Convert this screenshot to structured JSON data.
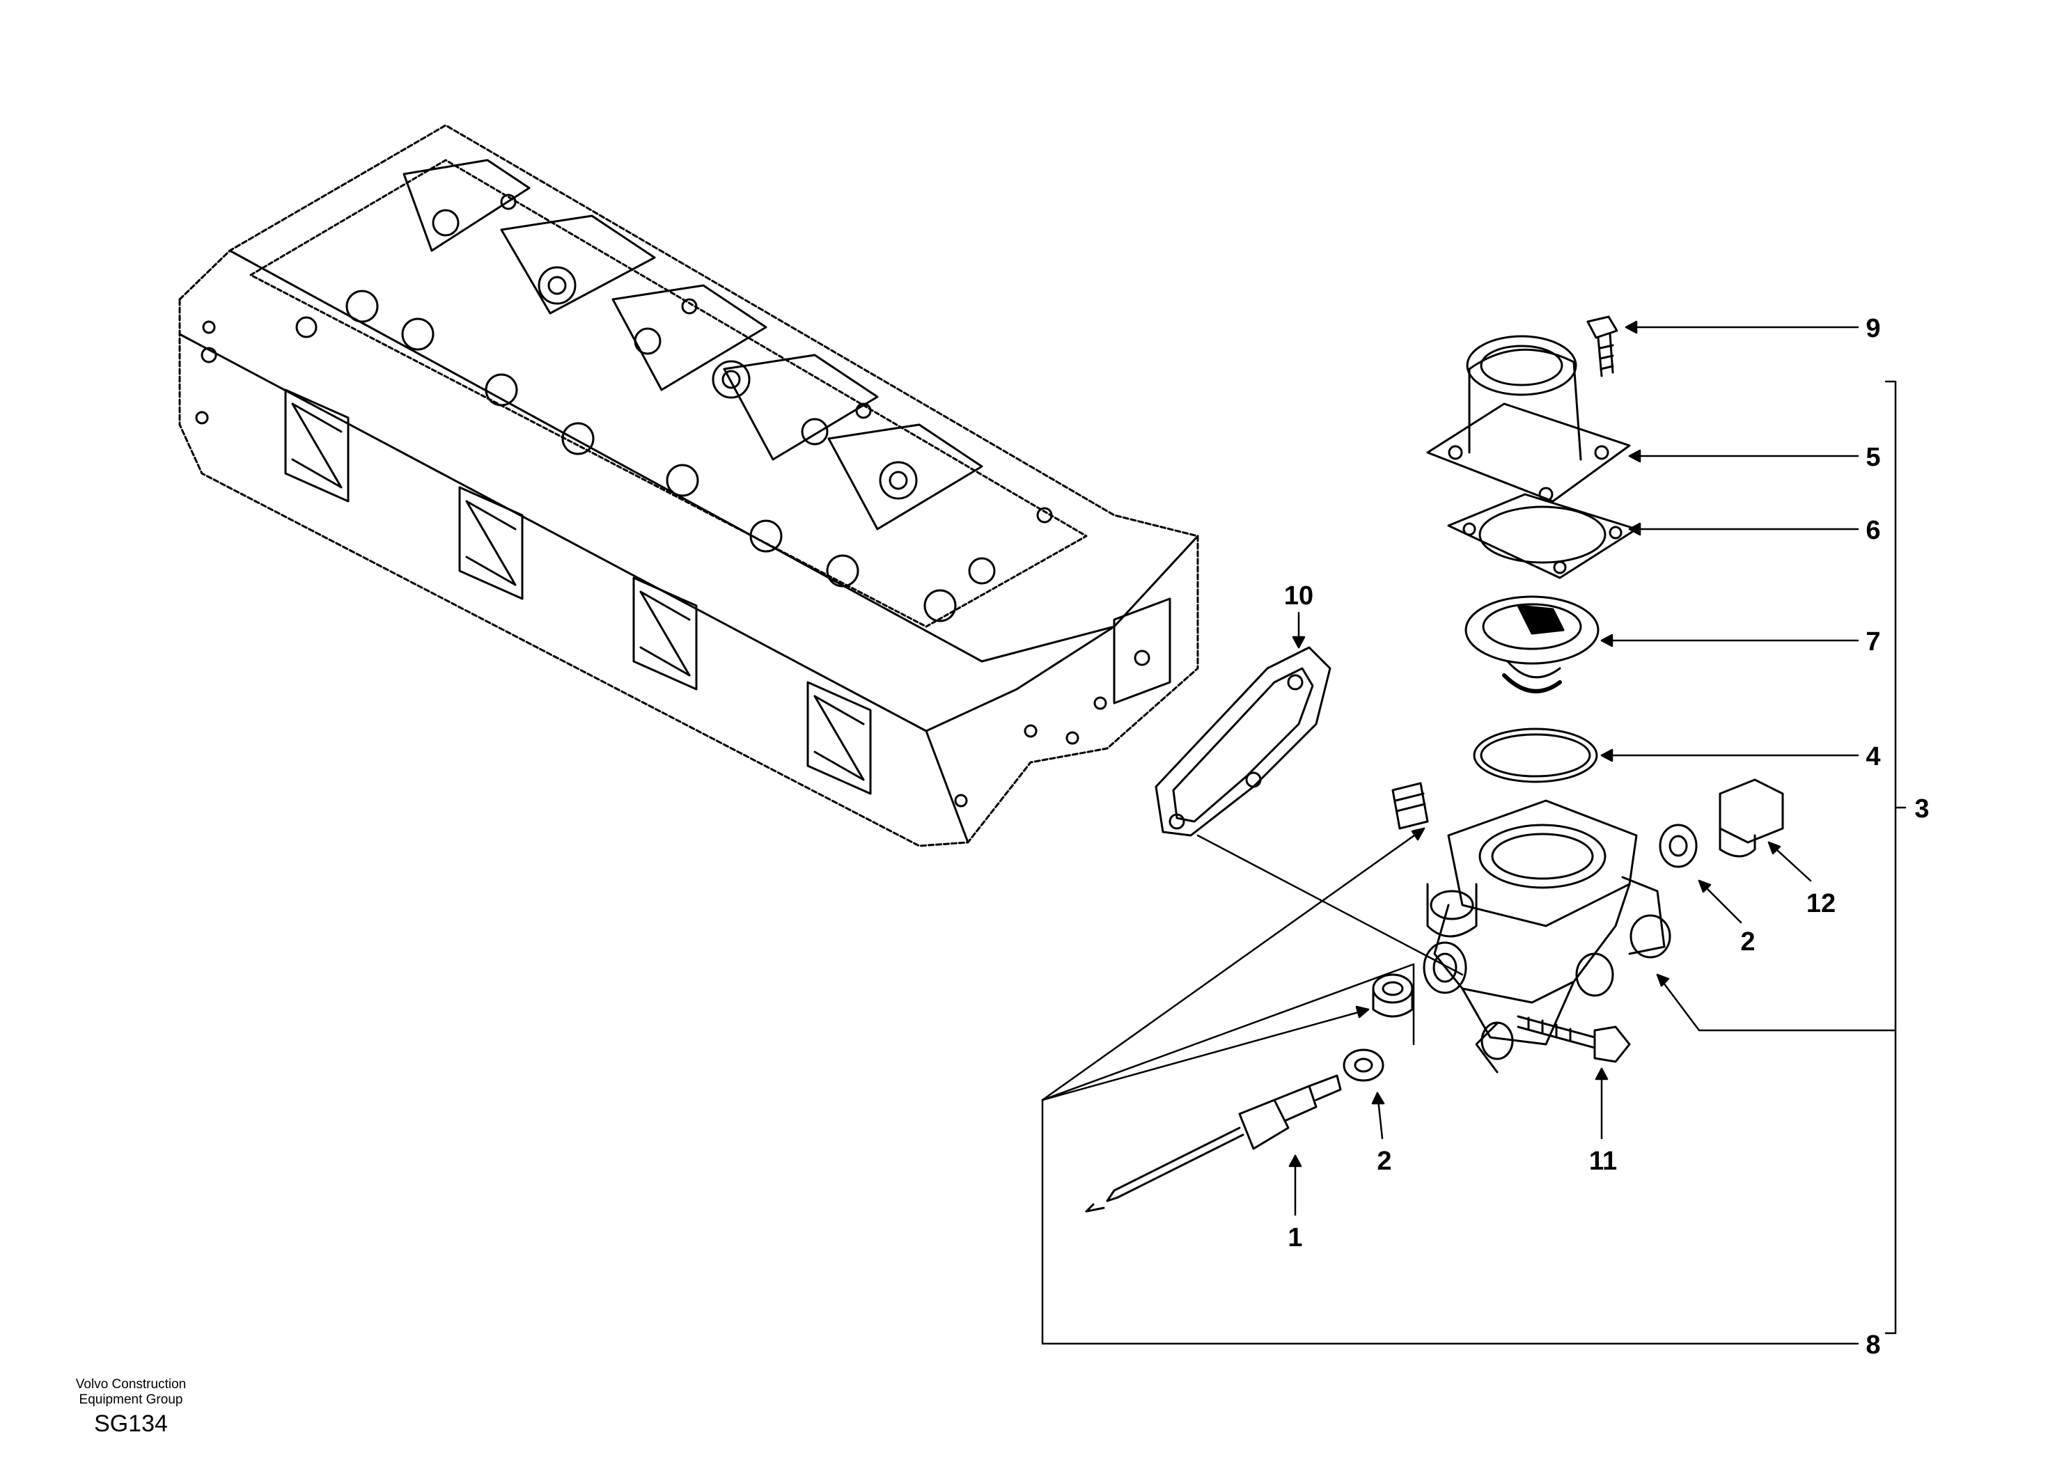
{
  "callouts": [
    {
      "id": "c9",
      "label": "9"
    },
    {
      "id": "c5",
      "label": "5"
    },
    {
      "id": "c6",
      "label": "6"
    },
    {
      "id": "c7",
      "label": "7"
    },
    {
      "id": "c4",
      "label": "4"
    },
    {
      "id": "c3",
      "label": "3"
    },
    {
      "id": "c10",
      "label": "10"
    },
    {
      "id": "c12",
      "label": "12"
    },
    {
      "id": "c2a",
      "label": "2"
    },
    {
      "id": "c2b",
      "label": "2"
    },
    {
      "id": "c11",
      "label": "11"
    },
    {
      "id": "c1",
      "label": "1"
    },
    {
      "id": "c8",
      "label": "8"
    }
  ],
  "footer": {
    "line1": "Volvo Construction",
    "line2": "Equipment Group",
    "code": "SG134"
  }
}
